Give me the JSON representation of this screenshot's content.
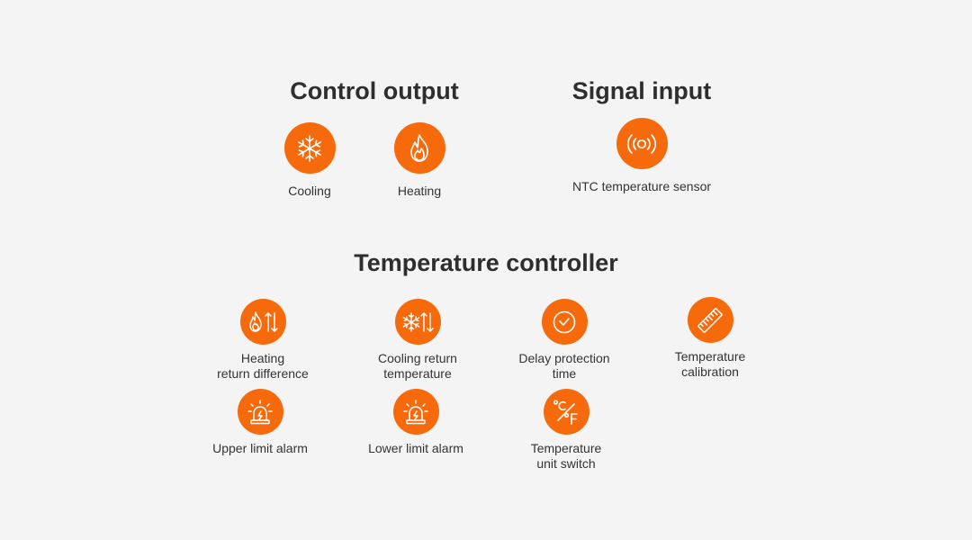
{
  "colors": {
    "accent": "#f66a0c",
    "text": "#333333",
    "background": "#f4f4f4"
  },
  "control_output": {
    "title": "Control output",
    "items": [
      {
        "icon": "snowflake-icon",
        "label": "Cooling"
      },
      {
        "icon": "flame-icon",
        "label": "Heating"
      }
    ]
  },
  "signal_input": {
    "title": "Signal input",
    "items": [
      {
        "icon": "sensor-signal-icon",
        "label": "NTC temperature sensor"
      }
    ]
  },
  "temperature_controller": {
    "title": "Temperature controller",
    "items": [
      {
        "icon": "heating-return-icon",
        "label": "Heating\nreturn difference"
      },
      {
        "icon": "cooling-return-icon",
        "label": "Cooling return\ntemperature"
      },
      {
        "icon": "clock-icon",
        "label": "Delay protection\ntime"
      },
      {
        "icon": "ruler-icon",
        "label": "Temperature\ncalibration"
      },
      {
        "icon": "alarm-light-icon",
        "label": "Upper limit alarm"
      },
      {
        "icon": "alarm-light-icon",
        "label": "Lower limit alarm"
      },
      {
        "icon": "celsius-fahrenheit-icon",
        "label": "Temperature\nunit switch"
      }
    ]
  }
}
